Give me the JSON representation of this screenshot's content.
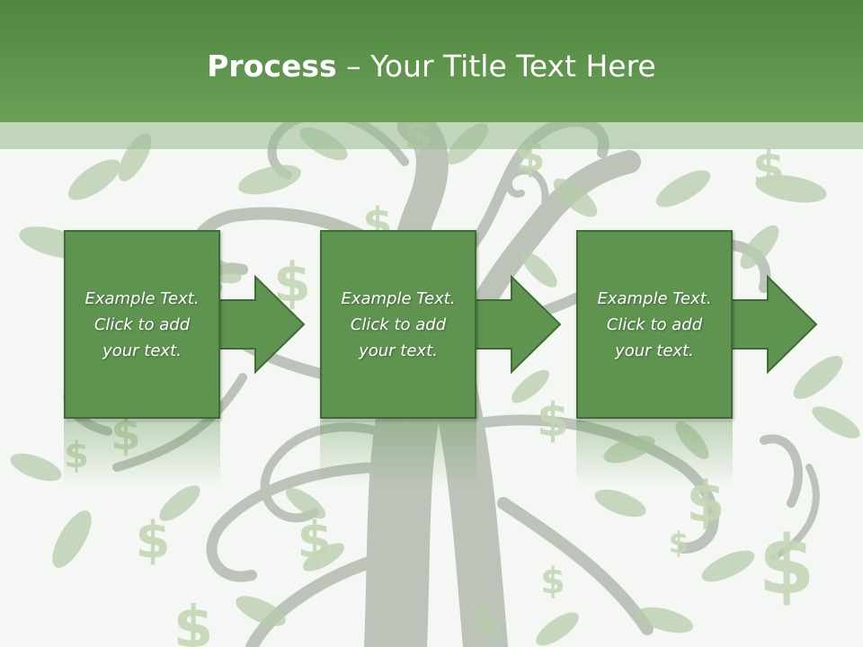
{
  "slide": {
    "title_bold": "Process",
    "title_rest": " – Your Title Text Here"
  },
  "steps": [
    {
      "text": "Example Text.\nClick  to add\nyour text."
    },
    {
      "text": "Example Text.\nClick  to add\nyour text."
    },
    {
      "text": "Example Text.\nClick  to add\nyour text."
    }
  ],
  "colors": {
    "title_bar": "#5a9048",
    "box_fill": "#5f9350",
    "box_border": "#3e6d33",
    "tree": "#a9b3a6",
    "leaf": "#b9ccac",
    "dollar": "#c4d6b5"
  },
  "background": {
    "icons": [
      "money-tree",
      "dollar-sign",
      "leaf"
    ]
  }
}
